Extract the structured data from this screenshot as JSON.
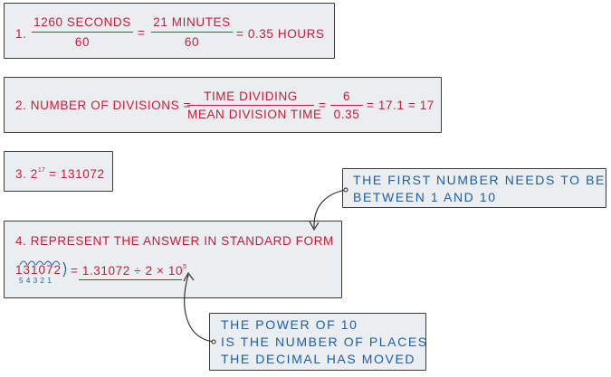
{
  "step1": {
    "number": "1.",
    "frac1_num": "1260 SECONDS",
    "frac1_den": "60",
    "equals1": "=",
    "frac2_num": "21 MINUTES",
    "frac2_den": "60",
    "result": "= 0.35 HOURS"
  },
  "step2": {
    "label": "2. NUMBER OF DIVISIONS =",
    "frac1_num": "TIME DIVIDING",
    "frac1_den": "MEAN DIVISION TIME",
    "equals1": "=",
    "frac2_num": "6",
    "frac2_den": "0.35",
    "result": "= 17.1 = 17"
  },
  "step3": {
    "prefix": "3. 2",
    "exponent": "17",
    "result": "= 131072"
  },
  "step4": {
    "heading": "4. REPRESENT THE ANSWER IN STANDARD FORM",
    "number": "131072",
    "place_digits": "54321",
    "equation": "= 1.31072 ÷ 2 × 10",
    "exponent": "5"
  },
  "note_top": {
    "line1": "THE FIRST NUMBER NEEDS TO BE",
    "line2": "BETWEEN 1 AND 10"
  },
  "note_bottom": {
    "line1": "THE POWER OF 10",
    "line2": "IS THE NUMBER OF PLACES",
    "line3": "THE DECIMAL HAS MOVED"
  },
  "colors": {
    "working_text": "#c41d3a",
    "annotation_text": "#1b5fa8",
    "box_fill": "#ebeef0",
    "border": "#3a3a3a"
  }
}
